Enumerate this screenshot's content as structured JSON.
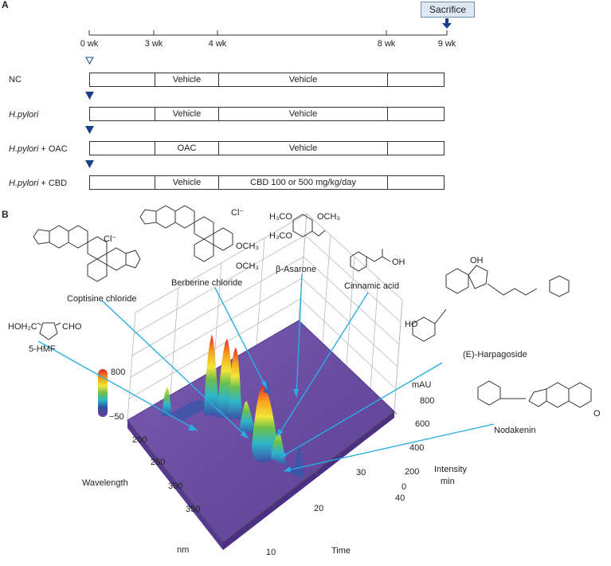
{
  "panel_a": {
    "label": "A",
    "sacrifice_label": "Sacrifice",
    "timeline_ticks": [
      "0 wk",
      "3 wk",
      "4 wk",
      "8 wk",
      "9 wk"
    ],
    "groups": [
      {
        "name": "NC",
        "name_italic": "",
        "segments": [
          "",
          "Vehicle",
          "Vehicle",
          ""
        ],
        "marker": "open-triangle"
      },
      {
        "name": "",
        "name_italic": "H.pylori",
        "segments": [
          "",
          "Vehicle",
          "Vehicle",
          ""
        ],
        "marker": "filled-triangle"
      },
      {
        "name": " + OAC",
        "name_italic": "H.pylori",
        "segments": [
          "",
          "OAC",
          "Vehicle",
          ""
        ],
        "marker": "filled-triangle"
      },
      {
        "name": " + CBD",
        "name_italic": "H.pylori",
        "segments": [
          "",
          "Vehicle",
          "CBD 100 or 500 mg/kg/day",
          ""
        ],
        "marker": "filled-triangle"
      }
    ]
  },
  "panel_b": {
    "label": "B",
    "compounds": [
      "5-HMF",
      "Coptisine chloride",
      "Berberine chloride",
      "β-Asarone",
      "Cinnamic acid",
      "(E)-Harpagoside",
      "Nodakenin"
    ],
    "compound_formula_labels": {
      "hmf_left": "HOH₂C",
      "hmf_right": "CHO",
      "chloride": "Cl⁻",
      "asarone_ome_1": "H₃CO",
      "asarone_ome_2": "OCH₃",
      "asarone_ome_3": "H₃CO",
      "berberine_ome_1": "OCH₃",
      "berberine_ome_2": "OCH₃",
      "cinnamic_oh": "OH",
      "harpagoside_oh_1": "HO",
      "harpagoside_oh_2": "OH",
      "nodakenin_o": "O"
    },
    "colorbar": {
      "max": "800",
      "min": "−50",
      "colors": [
        "#e8242a",
        "#f7a21b",
        "#f4e53a",
        "#6cc04a",
        "#2eb7c9",
        "#2f4ea3",
        "#6b3d9a"
      ]
    },
    "axes": {
      "wavelength_label": "Wavelength",
      "wavelength_unit": "nm",
      "wavelength_ticks": [
        "200",
        "250",
        "300",
        "350"
      ],
      "time_label": "Time",
      "time_unit": "min",
      "time_ticks": [
        "10",
        "20",
        "30",
        "40"
      ],
      "intensity_label": "Intensity",
      "intensity_unit": "mAU",
      "intensity_ticks": [
        "0",
        "200",
        "400",
        "600",
        "800"
      ]
    },
    "arrow_color": "#29aee3",
    "surface_color": "#6a4aa0"
  }
}
